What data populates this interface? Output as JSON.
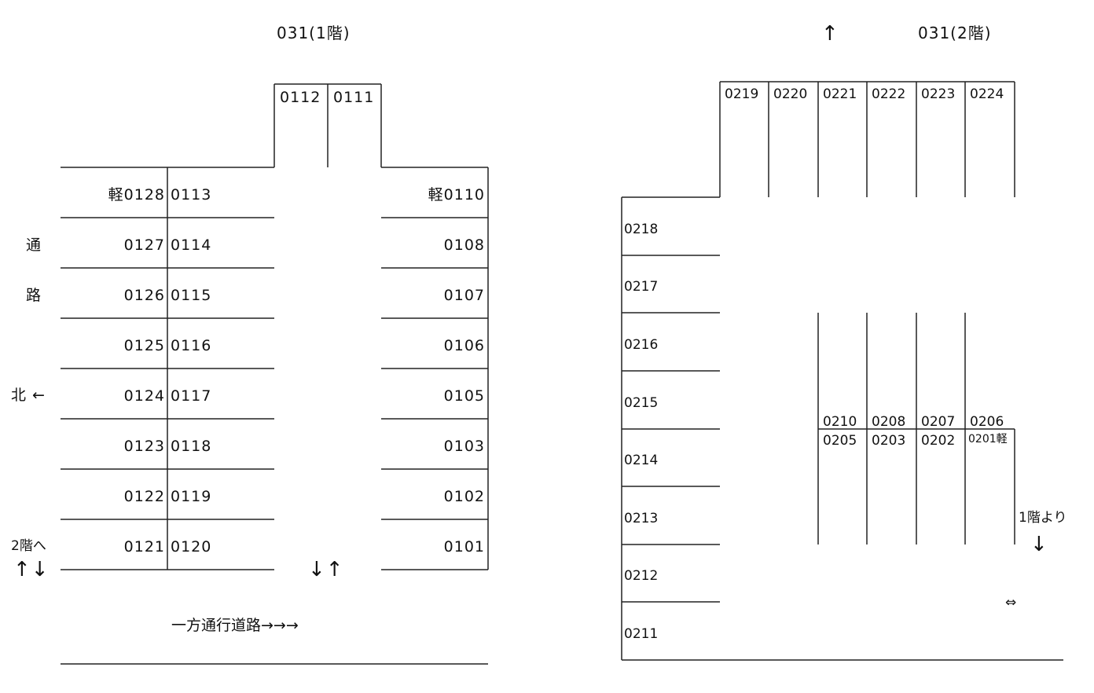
{
  "floor1": {
    "title": "031(1階)",
    "top_spaces": [
      "0112",
      "0111"
    ],
    "left_outer": [
      "軽0128",
      "0127",
      "0126",
      "0125",
      "0124",
      "0123",
      "0122",
      "0121"
    ],
    "left_inner": [
      "0113",
      "0114",
      "0115",
      "0116",
      "0117",
      "0118",
      "0119",
      "0120"
    ],
    "right_column": [
      "軽0110",
      "0108",
      "0107",
      "0106",
      "0105",
      "0103",
      "0102",
      "0101"
    ],
    "passage_chars": [
      "通",
      "路"
    ],
    "north_label": "北 ←",
    "to_2f_label": "2階へ",
    "to_2f_arrows": "↑↓",
    "entrance_arrows": "↓↑",
    "road_label": "一方通行道路→→→"
  },
  "floor2": {
    "title": "031(2階)",
    "up_arrow": "↑",
    "top_row": [
      "0219",
      "0220",
      "0221",
      "0222",
      "0223",
      "0224"
    ],
    "left_column": [
      "0218",
      "0217",
      "0216",
      "0215",
      "0214",
      "0213",
      "0212",
      "0211"
    ],
    "center_upper": [
      "0210",
      "0208",
      "0207",
      "0206"
    ],
    "center_lower": [
      "0205",
      "0203",
      "0202",
      "0201軽"
    ],
    "from_1f_label": "1階より",
    "from_1f_arrow": "↓",
    "two_way_arrow": "⇔"
  }
}
